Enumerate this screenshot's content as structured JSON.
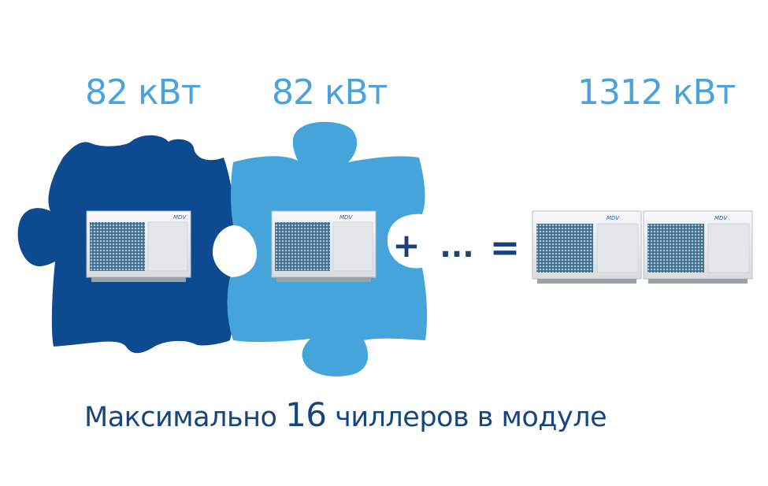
{
  "colors": {
    "dark_blue": "#0d4a8f",
    "light_blue": "#45a4d9",
    "label_blue": "#4aa3dc",
    "caption_blue": "#16467e",
    "operator_white": "#ffffff",
    "operator_dark": "#1a4278"
  },
  "capacity_labels": {
    "unit_one": "82 кВт",
    "unit_two": "82 кВт",
    "total": "1312 кВт"
  },
  "operators": {
    "plus_one": "+",
    "plus_two": "+",
    "ellipsis": "...",
    "equals": "="
  },
  "caption": {
    "before": "Максимально ",
    "number": "16",
    "after": " чиллеров в модуле"
  },
  "unit_logo": "MDV",
  "icons": [
    "puzzle-piece-dark-icon",
    "puzzle-piece-light-icon",
    "chiller-unit-icon"
  ]
}
